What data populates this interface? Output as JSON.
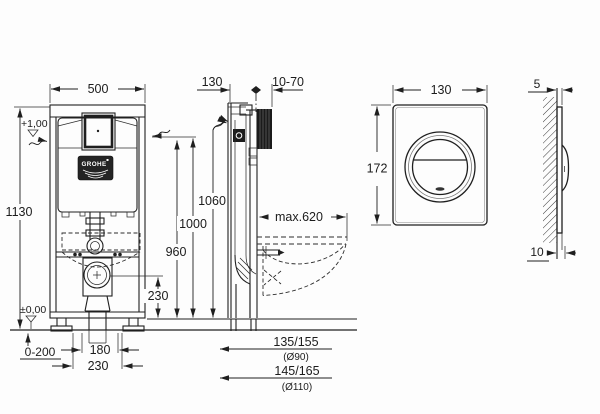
{
  "drawing_type": "installation-dimension-drawing",
  "front_view": {
    "logo": "GROHE",
    "dim_width": "500",
    "dim_height": "1130",
    "level_top": "+1,00",
    "level_floor": "±0,00",
    "dim_feet_range": "0-200",
    "dim_bolt_spacing": "180",
    "dim_base_width": "230",
    "dim_drain_height": "230",
    "dim_h960": "960",
    "dim_h1000": "1000",
    "dim_h1060": "1060"
  },
  "side_view": {
    "dim_depth": "130",
    "dim_wall_range": "10-70",
    "dim_bowl_depth": "max.620",
    "outlet_small": "135/155",
    "outlet_small_dia": "(Ø90)",
    "outlet_large": "145/165",
    "outlet_large_dia": "(Ø110)"
  },
  "plate_front": {
    "dim_width": "130",
    "dim_height": "172"
  },
  "plate_side": {
    "dim_thickness": "5",
    "dim_protrusion": "10"
  }
}
